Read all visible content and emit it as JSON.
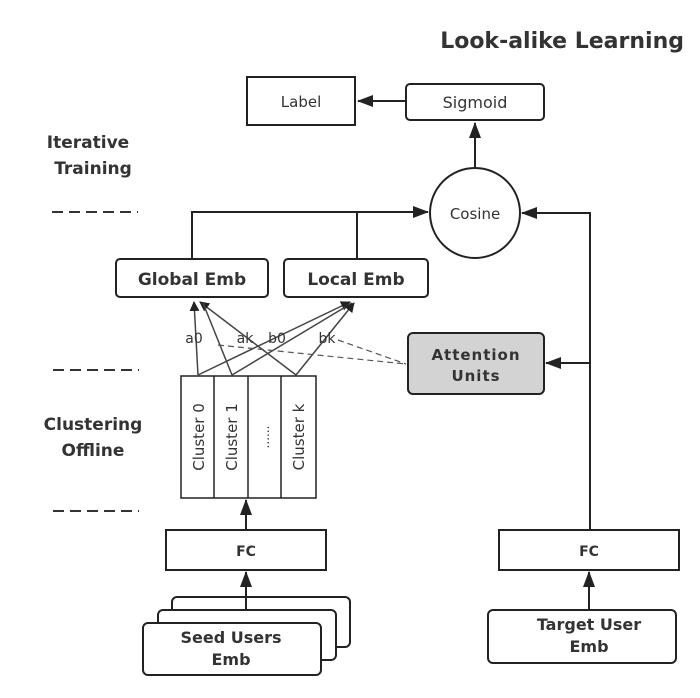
{
  "title": "Look-alike Learning",
  "sections": {
    "iterative_line1": "Iterative",
    "iterative_line2": "Training",
    "clustering_line1": "Clustering",
    "clustering_line2": "Offline"
  },
  "nodes": {
    "label": "Label",
    "sigmoid": "Sigmoid",
    "cosine": "Cosine",
    "global_emb": "Global Emb",
    "local_emb": "Local Emb",
    "attention_line1": "Attention",
    "attention_line2": "Units",
    "fc_left": "FC",
    "fc_right": "FC",
    "seed_line1": "Seed Users",
    "seed_line2": "Emb",
    "target_line1": "Target User",
    "target_line2": "Emb"
  },
  "clusters": [
    "Cluster 0",
    "Cluster 1",
    "......",
    "Cluster k"
  ],
  "weights": {
    "a0": "a0",
    "ak": "ak",
    "b0": "b0",
    "bk": "bk"
  },
  "colors": {
    "stroke": "#222222",
    "attention_fill": "#d3d3d3",
    "text": "#333333"
  }
}
